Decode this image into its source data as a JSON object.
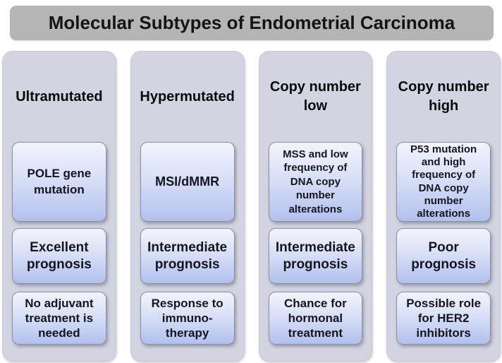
{
  "title": "Molecular Subtypes of Endometrial Carcinoma",
  "colors": {
    "title_bar_bg": "#b5b5b5",
    "column_bg": "#d2d4e1",
    "box_gradient_top": "#f2f4fc",
    "box_gradient_bottom": "#b2c0ed",
    "box_border": "#8b90a0",
    "text": "#15151f",
    "page_bg": "#ffffff"
  },
  "columns": [
    {
      "heading": "Ultramutated",
      "boxes": {
        "feature": "POLE gene\nmutation",
        "prognosis": "Excellent\nprognosis",
        "treatment": "No adjuvant\ntreatment is\nneeded"
      }
    },
    {
      "heading": "Hypermutated",
      "boxes": {
        "feature": "MSI/dMMR",
        "prognosis": "Intermediate\nprognosis",
        "treatment": "Response to\nimmuno-\ntherapy"
      }
    },
    {
      "heading": "Copy number\nlow",
      "boxes": {
        "feature": "MSS and low\nfrequency of\nDNA copy\nnumber\nalterations",
        "prognosis": "Intermediate\nprognosis",
        "treatment": "Chance for\nhormonal\ntreatment"
      }
    },
    {
      "heading": "Copy number\nhigh",
      "boxes": {
        "feature": "P53 mutation\nand  high\nfrequency of\nDNA copy\nnumber\nalterations",
        "prognosis": "Poor\nprognosis",
        "treatment": "Possible role\nfor HER2\ninhibitors"
      }
    }
  ]
}
